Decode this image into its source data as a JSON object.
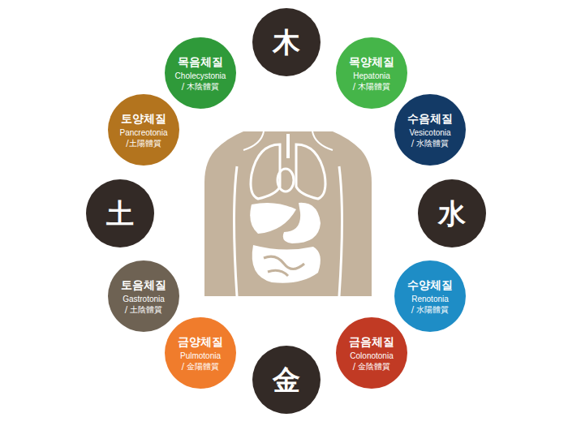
{
  "diagram": {
    "nodes": [
      {
        "text": [
          "木"
        ]
      },
      {
        "text": [
          "목양체질",
          "Hepatonia",
          "/ 木陽體質"
        ]
      },
      {
        "text": [
          "수음체질",
          "Vesicotonia",
          "/ 水陰體質"
        ]
      },
      {
        "text": [
          "水"
        ]
      },
      {
        "text": [
          "수양체질",
          "Renotonia",
          "/ 水陽體質"
        ]
      },
      {
        "text": [
          "금음체질",
          "Colonotonia",
          "/ 金陰體質"
        ]
      },
      {
        "text": [
          "金"
        ]
      },
      {
        "text": [
          "금양체질",
          "Pulmotonia",
          "/ 金陽體質"
        ]
      },
      {
        "text": [
          "토음체질",
          "Gastrotonia",
          "/ 土陰體質"
        ]
      },
      {
        "text": [
          "土"
        ]
      },
      {
        "text": [
          "토양체질",
          "Pancreotonia",
          "/土陽體質"
        ]
      },
      {
        "text": [
          "목음체질",
          "Cholecystonia",
          "/ 木陰體質"
        ]
      }
    ]
  }
}
